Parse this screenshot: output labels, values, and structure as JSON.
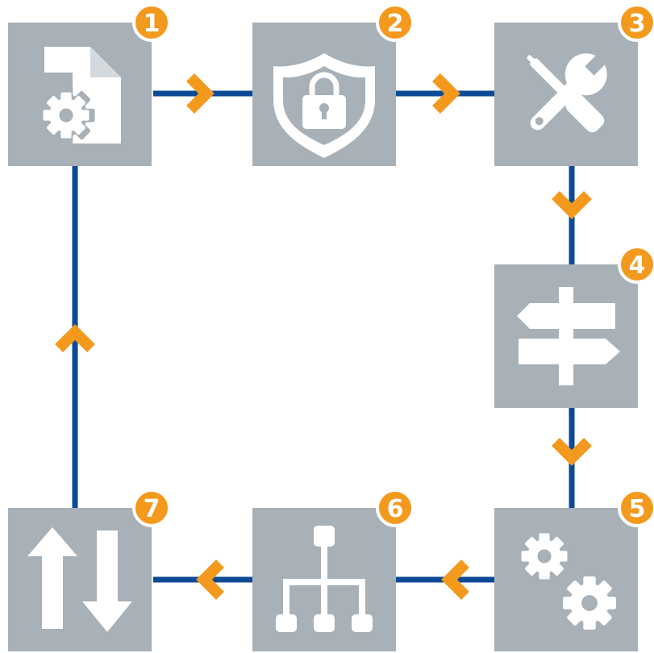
{
  "diagram": {
    "colors": {
      "box": "#a8b0b8",
      "connector": "#0d4a96",
      "arrow": "#f39a1e",
      "badge": "#f39a1e",
      "icon": "#ffffff"
    },
    "steps": [
      {
        "number": "1",
        "icon": "document-gear-icon"
      },
      {
        "number": "2",
        "icon": "shield-lock-icon"
      },
      {
        "number": "3",
        "icon": "tools-icon"
      },
      {
        "number": "4",
        "icon": "signpost-icon"
      },
      {
        "number": "5",
        "icon": "gears-icon"
      },
      {
        "number": "6",
        "icon": "hierarchy-icon"
      },
      {
        "number": "7",
        "icon": "transfer-arrows-icon"
      }
    ]
  }
}
